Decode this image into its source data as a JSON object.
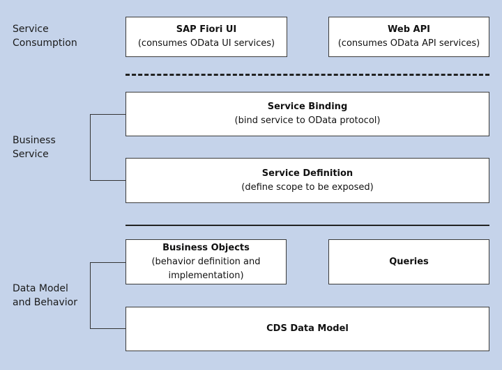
{
  "layers": {
    "service_consumption": "Service\nConsumption",
    "business_service": "Business\nService",
    "data_model": "Data Model\nand Behavior"
  },
  "boxes": {
    "fiori": {
      "title": "SAP Fiori UI",
      "sub": "(consumes OData UI services)"
    },
    "web_api": {
      "title": "Web API",
      "sub": "(consumes OData API services)"
    },
    "service_binding": {
      "title": "Service Binding",
      "sub": "(bind service to OData protocol)"
    },
    "service_definition": {
      "title": "Service Definition",
      "sub": "(define scope to be exposed)"
    },
    "business_objects": {
      "title": "Business Objects",
      "sub": "(behavior definition and implementation)"
    },
    "queries": {
      "title": "Queries"
    },
    "cds_data_model": {
      "title": "CDS Data Model"
    }
  },
  "colors": {
    "background": "#c5d3ea",
    "box_fill": "#ffffff",
    "line": "#222222"
  }
}
